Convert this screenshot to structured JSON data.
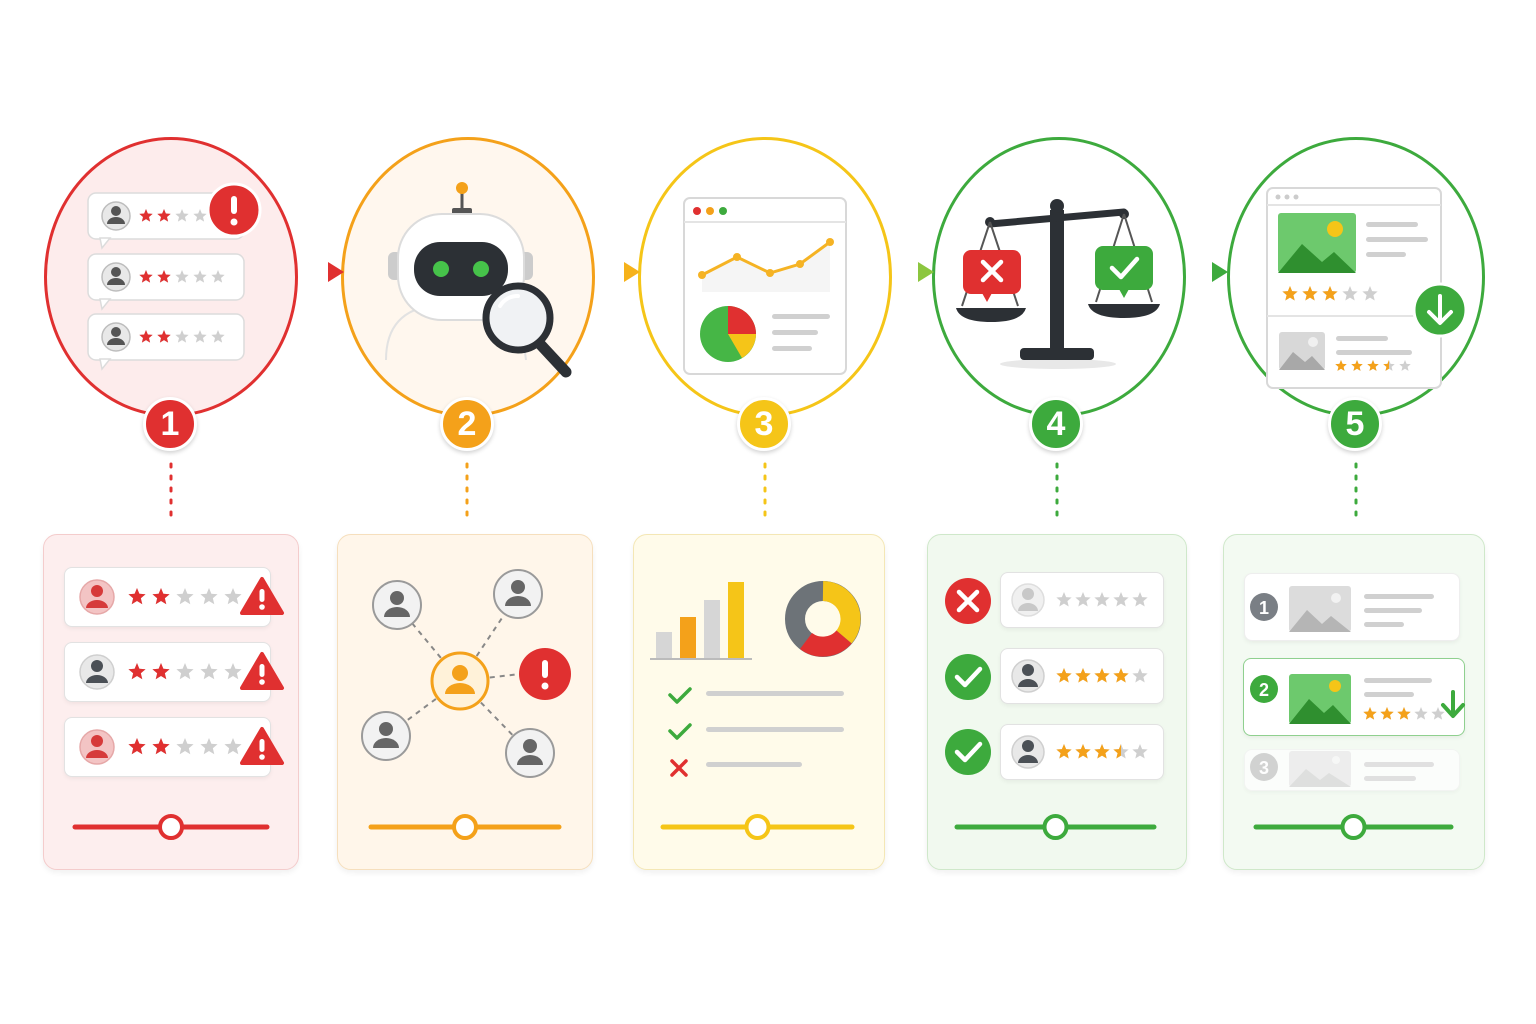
{
  "colors": {
    "red": "#e03030",
    "orange": "#f4a11a",
    "yellow": "#f5c518",
    "green": "#3daa3d",
    "grey": "#bdbdbd",
    "dark": "#333a40"
  },
  "steps": [
    {
      "number": "1",
      "color": "#e03030",
      "panel_bg": "#fdeeee",
      "panel_border": "#f4cccc",
      "circle_bg": "#fdecec"
    },
    {
      "number": "2",
      "color": "#f4a11a",
      "panel_bg": "#fff6ea",
      "panel_border": "#f6dfbd",
      "circle_bg": "#fff7ee"
    },
    {
      "number": "3",
      "color": "#f5c518",
      "panel_bg": "#fffbea",
      "panel_border": "#f4e7b5",
      "circle_bg": "#ffffff"
    },
    {
      "number": "4",
      "color": "#3daa3d",
      "panel_bg": "#f1f9ef",
      "panel_border": "#cfe8ca",
      "circle_bg": "#ffffff"
    },
    {
      "number": "5",
      "color": "#3daa3d",
      "panel_bg": "#f3faf2",
      "panel_border": "#cfe8ca",
      "circle_bg": "#ffffff"
    }
  ],
  "ranked_list": {
    "ranks": [
      "1",
      "2",
      "3"
    ]
  },
  "ratings": {
    "circle1_reviews": [
      2,
      2,
      2
    ],
    "panel1_reviews": [
      2,
      2,
      2
    ],
    "panel4_reviews": [
      0,
      4,
      3.5
    ],
    "circle5_items": [
      3,
      3.5
    ],
    "panel5_item2": 3
  },
  "sliders": [
    0.5,
    0.5,
    0.5,
    0.5,
    0.5
  ],
  "icons": [
    "user-icon",
    "alert-icon",
    "warning-icon",
    "robot-icon",
    "magnifier-icon",
    "line-chart-icon",
    "pie-chart-icon",
    "donut-chart-icon",
    "bar-chart-icon",
    "check-icon",
    "cross-icon",
    "scale-icon",
    "image-icon",
    "download-arrow-icon"
  ]
}
